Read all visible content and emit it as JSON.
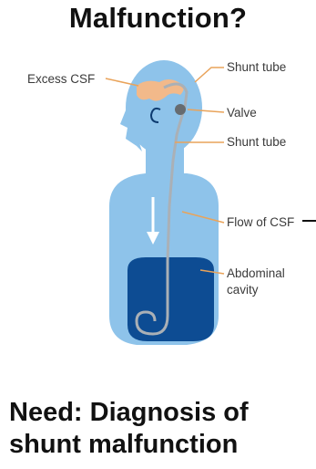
{
  "header": {
    "title": "Malfunction?"
  },
  "diagram": {
    "labels": {
      "excess_csf": "Excess CSF",
      "shunt_tube_top": "Shunt tube",
      "valve": "Valve",
      "shunt_tube_mid": "Shunt tube",
      "flow": "Flow of CSF",
      "abdominal_line1": "Abdominal",
      "abdominal_line2": "cavity"
    },
    "colors": {
      "body": "#8ec3ea",
      "abdomen": "#0d4c93",
      "csf": "#f2b98a",
      "leader": "#e9a35a",
      "tube": "#9fa6ad"
    }
  },
  "footer": {
    "line1": "Need: Diagnosis of",
    "line2": "shunt malfunction"
  }
}
